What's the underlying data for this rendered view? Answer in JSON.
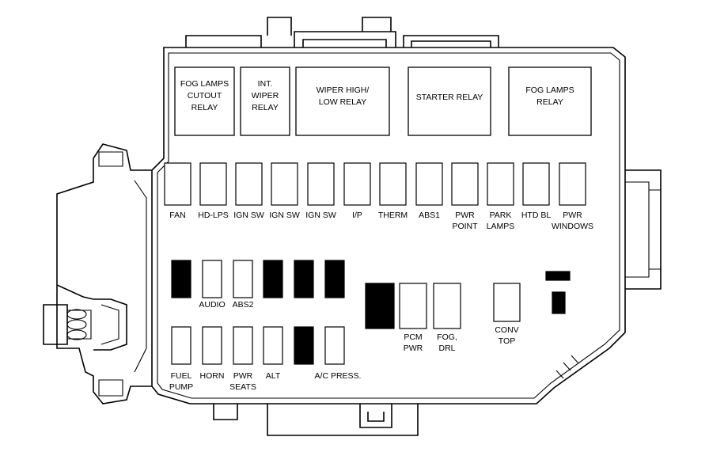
{
  "relays": [
    {
      "lines": [
        "FOG LAMPS",
        "CUTOUT",
        "RELAY"
      ]
    },
    {
      "lines": [
        "INT.",
        "WIPER",
        "RELAY"
      ]
    },
    {
      "lines": [
        "WIPER HIGH/",
        "LOW RELAY"
      ]
    },
    {
      "lines": [
        "STARTER RELAY"
      ]
    },
    {
      "lines": [
        "FOG LAMPS",
        "RELAY"
      ]
    }
  ],
  "top_fuses": [
    {
      "lines": [
        "FAN"
      ]
    },
    {
      "lines": [
        "HD-LPS"
      ]
    },
    {
      "lines": [
        "IGN SW"
      ]
    },
    {
      "lines": [
        "IGN SW"
      ]
    },
    {
      "lines": [
        "IGN SW"
      ]
    },
    {
      "lines": [
        "I/P"
      ]
    },
    {
      "lines": [
        "THERM"
      ]
    },
    {
      "lines": [
        "ABS1"
      ]
    },
    {
      "lines": [
        "PWR",
        "POINT"
      ]
    },
    {
      "lines": [
        "PARK",
        "LAMPS"
      ]
    },
    {
      "lines": [
        "HTD BL"
      ]
    },
    {
      "lines": [
        "PWR",
        "WINDOWS"
      ]
    }
  ],
  "mid_fuses": [
    {
      "filled": true,
      "lines": []
    },
    {
      "filled": false,
      "lines": [
        "AUDIO"
      ]
    },
    {
      "filled": false,
      "lines": [
        "ABS2"
      ]
    },
    {
      "filled": true,
      "lines": []
    },
    {
      "filled": true,
      "lines": []
    },
    {
      "filled": true,
      "lines": []
    }
  ],
  "bottom_fuses": [
    {
      "filled": false,
      "lines": [
        "FUEL",
        "PUMP"
      ]
    },
    {
      "filled": false,
      "lines": [
        "HORN"
      ]
    },
    {
      "filled": false,
      "lines": [
        "PWR",
        "SEATS"
      ]
    },
    {
      "filled": false,
      "lines": [
        "ALT"
      ]
    },
    {
      "filled": true,
      "lines": []
    },
    {
      "filled": false,
      "lines": [
        "A/C PRESS."
      ]
    }
  ],
  "large_fuses": [
    {
      "filled": true,
      "lines": []
    },
    {
      "filled": false,
      "lines": [
        "PCM",
        "PWR"
      ]
    },
    {
      "filled": false,
      "lines": [
        "FOG,",
        "DRL"
      ]
    },
    {
      "filled": false,
      "lines": [
        "CONV",
        "TOP"
      ]
    }
  ],
  "colors": {
    "line": "#000000",
    "background": "#ffffff",
    "filled_fuse": "#000000"
  }
}
